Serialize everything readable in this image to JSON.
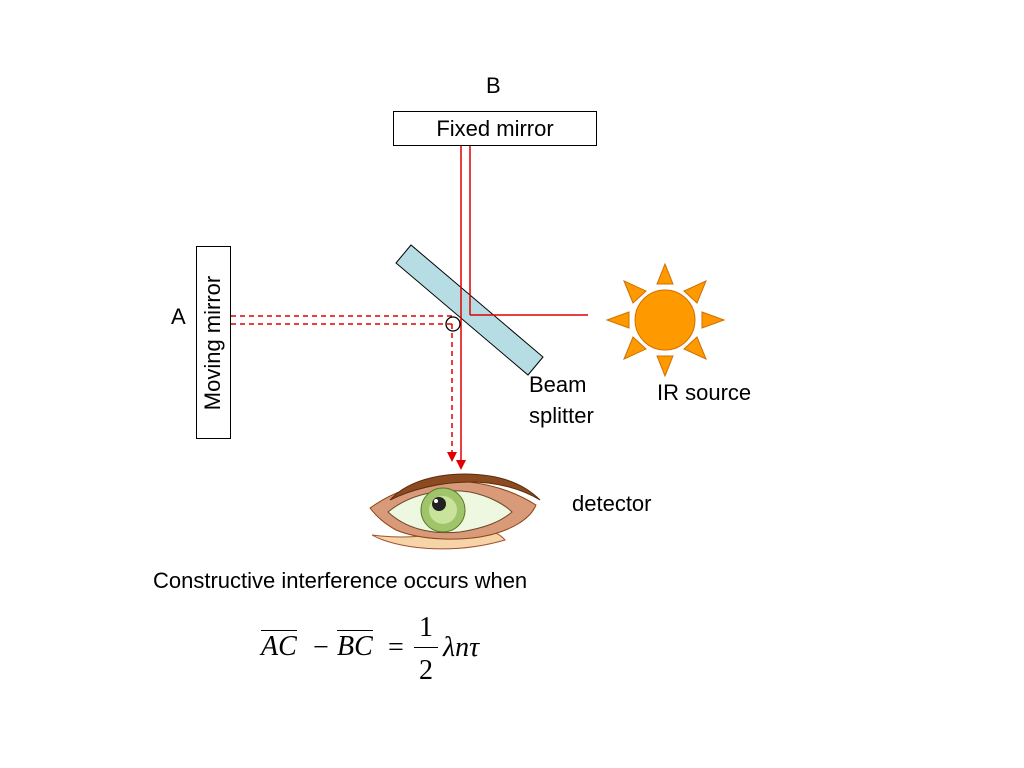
{
  "labels": {
    "point_a": "A",
    "point_b": "B",
    "fixed_mirror": "Fixed mirror",
    "moving_mirror": "Moving mirror",
    "beam_splitter_line1": "Beam",
    "beam_splitter_line2": "splitter",
    "ir_source": "IR source",
    "detector": "detector",
    "caption": "Constructive interference occurs when"
  },
  "equation": {
    "term1": "AC",
    "minus": "−",
    "term2": "BC",
    "equals": "=",
    "numerator": "1",
    "denominator": "2",
    "rhs": "λnτ"
  },
  "colors": {
    "beam": "#e00000",
    "beam_splitter_fill": "#b7dde4",
    "sun": "#ff9900",
    "sun_outline": "#d07000"
  }
}
